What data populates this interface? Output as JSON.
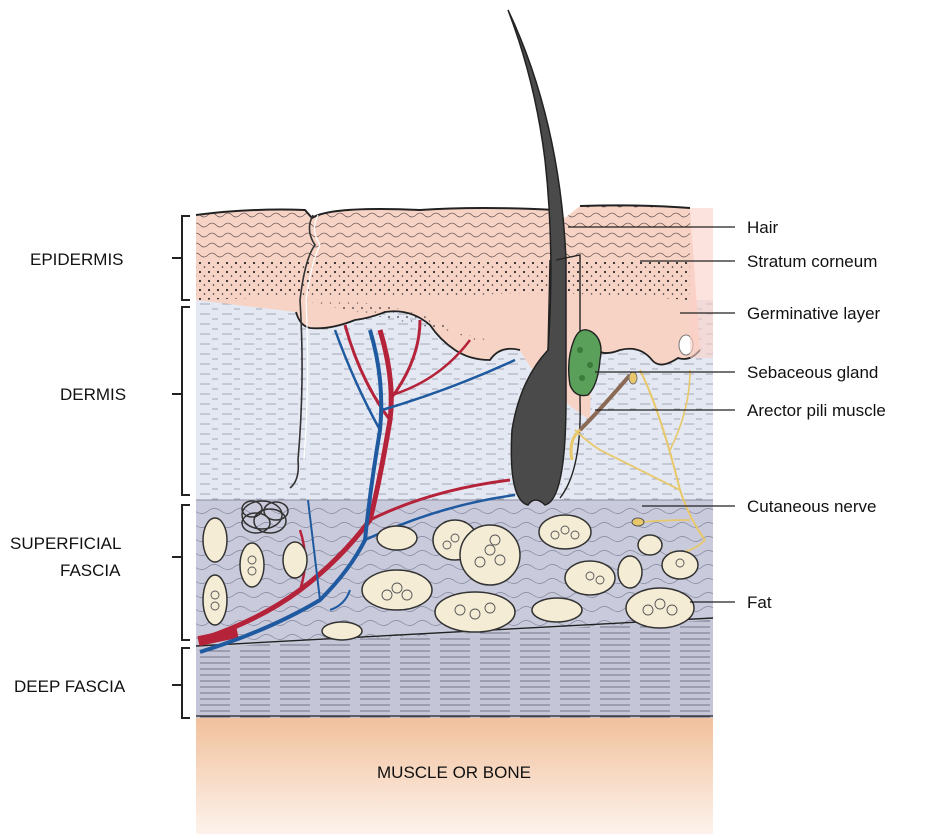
{
  "left_labels": {
    "epidermis": "EPIDERMIS",
    "dermis": "DERMIS",
    "superficial_line1": "SUPERFICIAL",
    "superficial_line2": "FASCIA",
    "deep_fascia": "DEEP FASCIA"
  },
  "right_labels": {
    "hair": "Hair",
    "stratum_corneum": "Stratum corneum",
    "germinative_layer": "Germinative layer",
    "sebaceous_gland": "Sebaceous gland",
    "arrector_pili": "Arector pili muscle",
    "cutaneous_nerve": "Cutaneous nerve",
    "fat": "Fat"
  },
  "bottom_label": "MUSCLE OR BONE",
  "colors": {
    "epidermis": "#f7d3c6",
    "dermis": "#e4e8f2",
    "superficial_fascia": "#c9cbdc",
    "deep_fascia": "#c4c6d8",
    "muscle_top": "#f2c3a0",
    "muscle_bottom": "#fdf2ea",
    "hair": "#4a4a4a",
    "artery": "#b5233a",
    "vein": "#1f5aa0",
    "nerve": "#e8c86a",
    "gland": "#5aa05a",
    "fat_cell": "#f5ecd6"
  }
}
